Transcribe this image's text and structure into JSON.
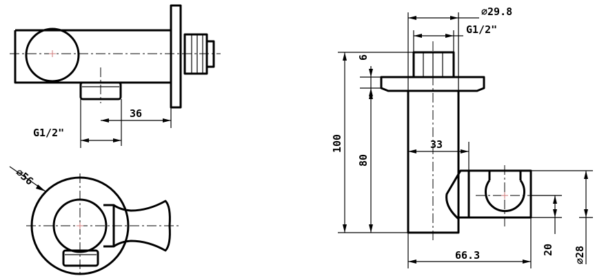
{
  "dimensions": {
    "front_offset": "36",
    "front_thread": "G1/2\"",
    "plan_diameter": "∅56",
    "side_flange_diameter": "∅29.8",
    "side_thread": "G1/2\"",
    "side_flange_thickness": "6",
    "side_total_height": "100",
    "side_body_height": "80",
    "side_holder_offset": "33",
    "side_total_width": "66.3",
    "side_holder_height": "20",
    "side_holder_diameter": "∅28"
  },
  "colors": {
    "line": "#000000",
    "center_mark": "#cc7777"
  }
}
